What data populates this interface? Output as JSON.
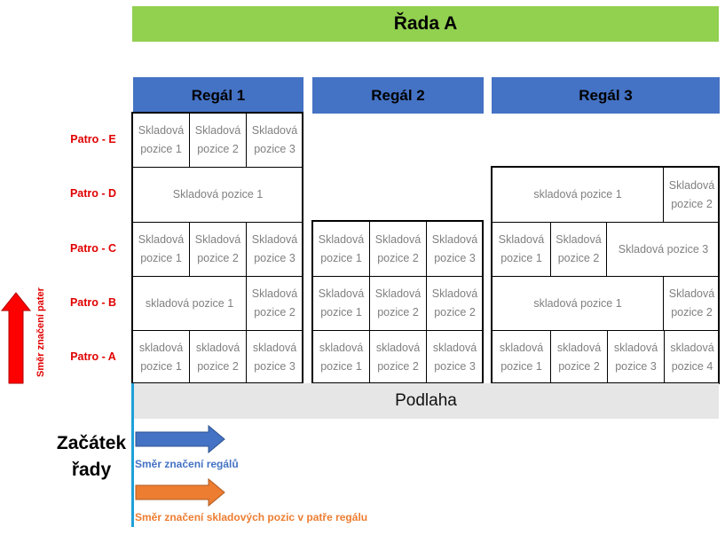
{
  "title": "Řada A",
  "regals": [
    "Regál 1",
    "Regál 2",
    "Regál 3"
  ],
  "floors": [
    "Patro - E",
    "Patro - D",
    "Patro - C",
    "Patro - B",
    "Patro - A"
  ],
  "cells": {
    "r1": {
      "E1": "Skladová pozice 1",
      "E2": "Skladová pozice 2",
      "E3": "Skladová pozice 3",
      "D1": "Skladová pozice 1",
      "C1": "Skladová pozice 1",
      "C2": "Skladová pozice 2",
      "C3": "Skladová pozice 3",
      "B1": "skladová pozice 1",
      "B2": "Skladová pozice 2",
      "A1": "skladová pozice 1",
      "A2": "skladová pozice 2",
      "A3": "skladová pozice 3"
    },
    "r2": {
      "C1": "Skladová pozice 1",
      "C2": "Skladová pozice 2",
      "C3": "Skladová pozice 3",
      "B1": "Skladová pozice 1",
      "B2": "Skladová pozice 2",
      "B3": "Skladová pozice 2",
      "A1": "skladová pozice 1",
      "A2": "skladová pozice 2",
      "A3": "skladová pozice 3"
    },
    "r3": {
      "D1": "skladová pozice 1",
      "D2": "Skladová pozice 2",
      "C1": "Skladová pozice 1",
      "C2": "Skladová pozice 2",
      "C3": "Skladová pozice 3",
      "B1": "skladová pozice 1",
      "B2": "Skladová pozice 2",
      "A1": "skladová pozice 1",
      "A2": "skladová pozice 2",
      "A3": "skladová pozice 3",
      "A4": "skladová pozice 4"
    }
  },
  "floor_label": "Podlaha",
  "start_label": "Začátek řady",
  "legend": {
    "vertical": "Směr značení pater",
    "blue": "Směr značení regálů",
    "orange": "Směr značení skladových pozic v patře regálu"
  },
  "colors": {
    "row_banner": "#92d050",
    "regal_header": "#4472c4",
    "floor_label": "#e00000",
    "blue_arrow": "#4472c4",
    "orange_arrow": "#ed7d31",
    "vertical_arrow": "#ff0000",
    "start_line": "#1fa0d8"
  }
}
